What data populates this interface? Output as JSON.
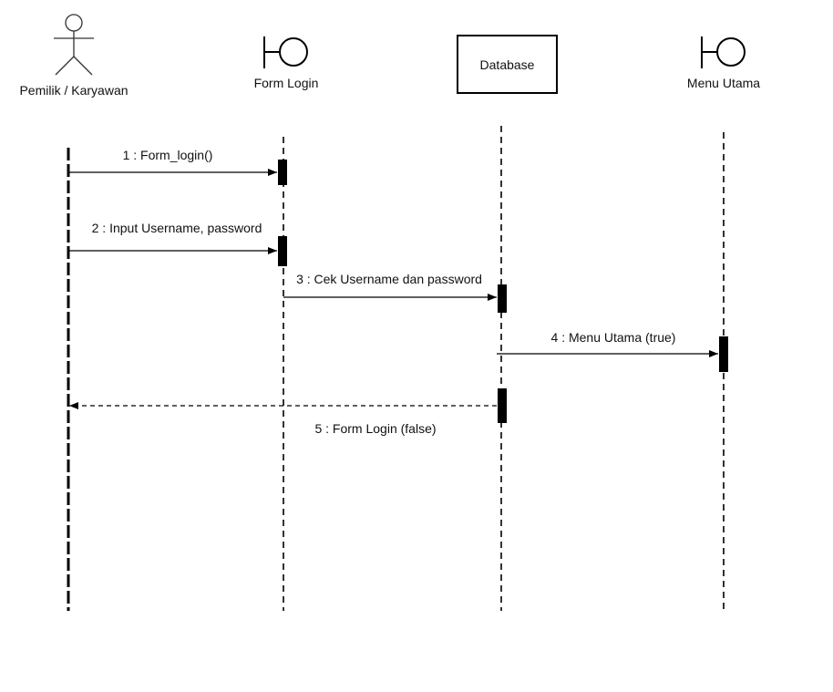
{
  "participants": {
    "actor": {
      "label": "Pemilik / Karyawan",
      "kind": "actor"
    },
    "form_login": {
      "label": "Form Login",
      "kind": "boundary"
    },
    "database": {
      "label": "Database",
      "kind": "object"
    },
    "menu_utama": {
      "label": "Menu Utama",
      "kind": "boundary"
    }
  },
  "messages": [
    {
      "label": "1 : Form_login()",
      "from": "Pemilik / Karyawan",
      "to": "Form Login",
      "style": "solid"
    },
    {
      "label": "2 : Input Username, password",
      "from": "Pemilik / Karyawan",
      "to": "Form Login",
      "style": "solid"
    },
    {
      "label": "3 : Cek Username dan password",
      "from": "Form Login",
      "to": "Database",
      "style": "solid"
    },
    {
      "label": "4 : Menu Utama (true)",
      "from": "Database",
      "to": "Menu Utama",
      "style": "solid"
    },
    {
      "label": "5 : Form Login (false)",
      "from": "Database",
      "to": "Pemilik / Karyawan",
      "style": "dashed"
    }
  ],
  "colors": {
    "line": "#000000",
    "text": "#111111",
    "background": "#ffffff"
  }
}
